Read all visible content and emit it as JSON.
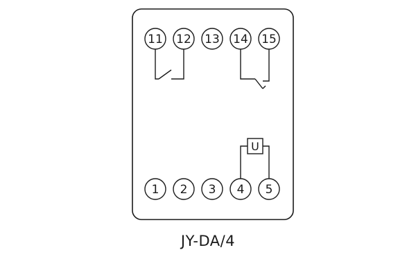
{
  "diagram": {
    "model_label": "JY-DA/4",
    "coil_label": "U",
    "top_terminals": [
      "11",
      "12",
      "13",
      "14",
      "15"
    ],
    "bottom_terminals": [
      "1",
      "2",
      "3",
      "4",
      "5"
    ],
    "colors": {
      "line": "#1a1a1a",
      "background": "#ffffff"
    }
  }
}
